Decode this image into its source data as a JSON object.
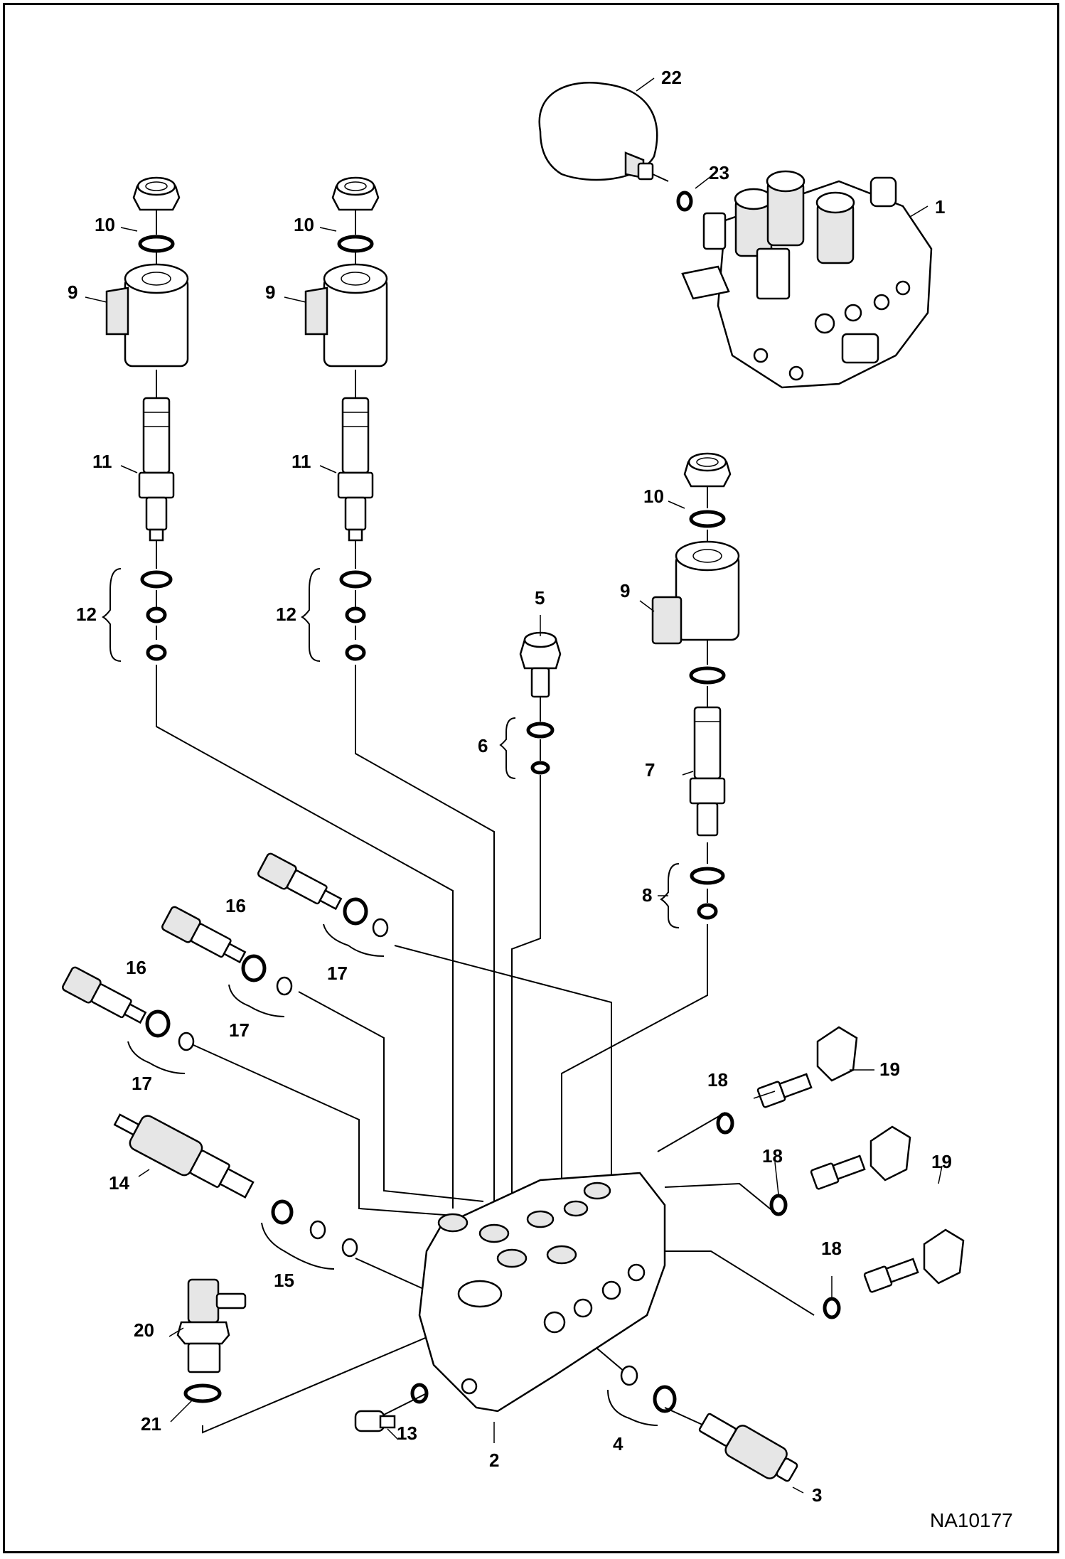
{
  "drawing_ref": "NA10177",
  "callouts": {
    "c1": "1",
    "c2": "2",
    "c3": "3",
    "c4": "4",
    "c5": "5",
    "c6": "6",
    "c7": "7",
    "c8": "8",
    "c9": "9",
    "c10": "10",
    "c11": "11",
    "c12": "12",
    "c13": "13",
    "c14": "14",
    "c15": "15",
    "c16": "16",
    "c17": "17",
    "c18": "18",
    "c19": "19",
    "c20": "20",
    "c21": "21",
    "c22": "22",
    "c23": "23"
  }
}
